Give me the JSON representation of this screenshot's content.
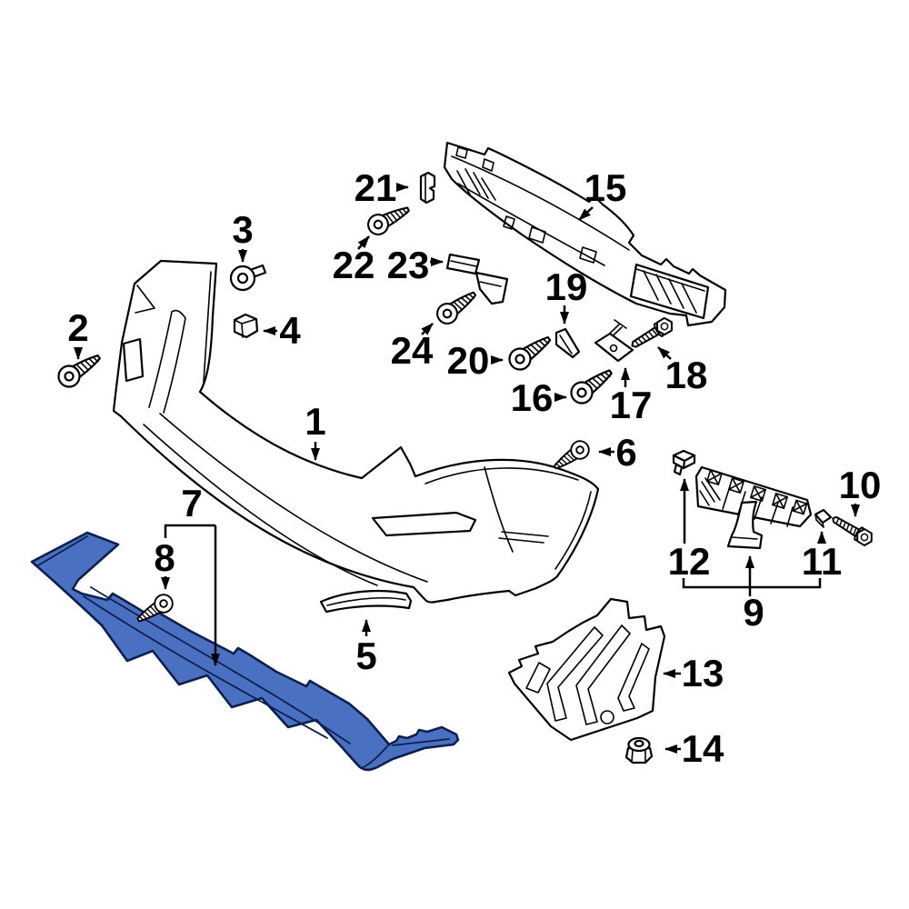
{
  "diagram": {
    "type": "exploded-parts-diagram",
    "subject": "rear bumper components",
    "background_color": "#ffffff",
    "line_color": "#000000",
    "highlight_fill": "#4a70c2",
    "highlight_outline": "#0c1f4e",
    "highlighted_part_label": "7",
    "parts": [
      {
        "label": "1"
      },
      {
        "label": "2"
      },
      {
        "label": "3"
      },
      {
        "label": "4"
      },
      {
        "label": "5"
      },
      {
        "label": "6"
      },
      {
        "label": "7"
      },
      {
        "label": "8"
      },
      {
        "label": "9"
      },
      {
        "label": "10"
      },
      {
        "label": "11"
      },
      {
        "label": "12"
      },
      {
        "label": "13"
      },
      {
        "label": "14"
      },
      {
        "label": "15"
      },
      {
        "label": "16"
      },
      {
        "label": "17"
      },
      {
        "label": "18"
      },
      {
        "label": "19"
      },
      {
        "label": "20"
      },
      {
        "label": "21"
      },
      {
        "label": "22"
      },
      {
        "label": "23"
      },
      {
        "label": "24"
      }
    ]
  }
}
